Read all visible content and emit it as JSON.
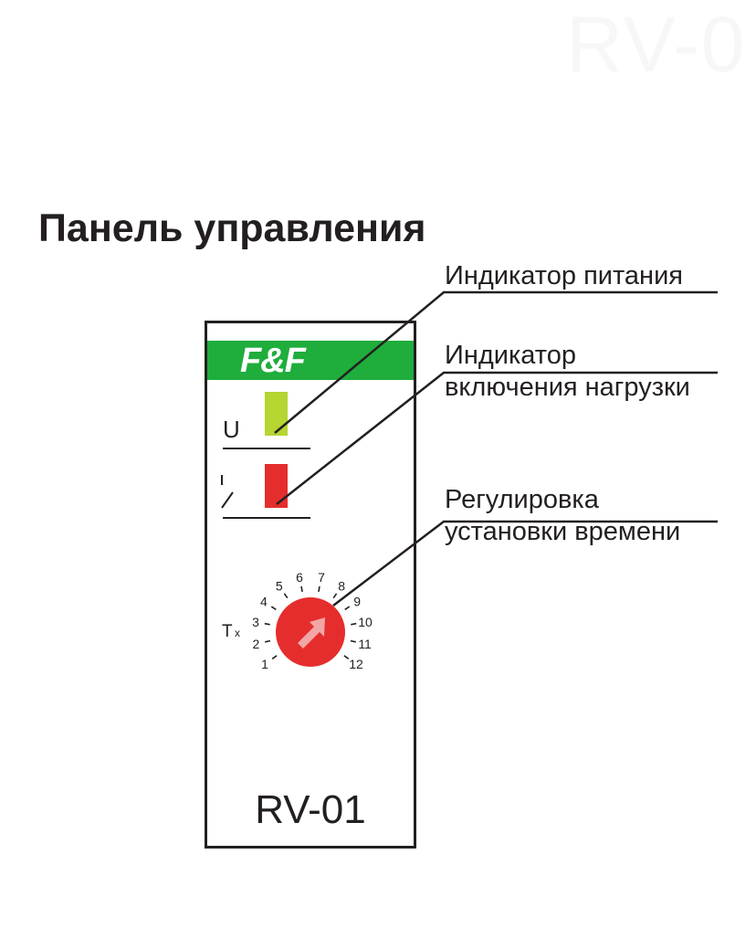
{
  "background_text": "RV-0",
  "title": "Панель управления",
  "callouts": {
    "power_indicator": "Индикатор питания",
    "load_indicator_line1": "Индикатор",
    "load_indicator_line2": "включения нагрузки",
    "time_setting_line1": "Регулировка",
    "time_setting_line2": "установки времени"
  },
  "device": {
    "brand": "F&F",
    "voltage_label": "U",
    "time_label": "T",
    "time_multiplier": "x",
    "model": "RV-01",
    "dial_scale": [
      "1",
      "2",
      "3",
      "4",
      "5",
      "6",
      "7",
      "8",
      "9",
      "10",
      "11",
      "12"
    ],
    "colors": {
      "brand_bar": "#1fad3c",
      "power_led": "#b5d531",
      "load_led": "#e52d2d",
      "knob": "#e52d2d"
    }
  }
}
